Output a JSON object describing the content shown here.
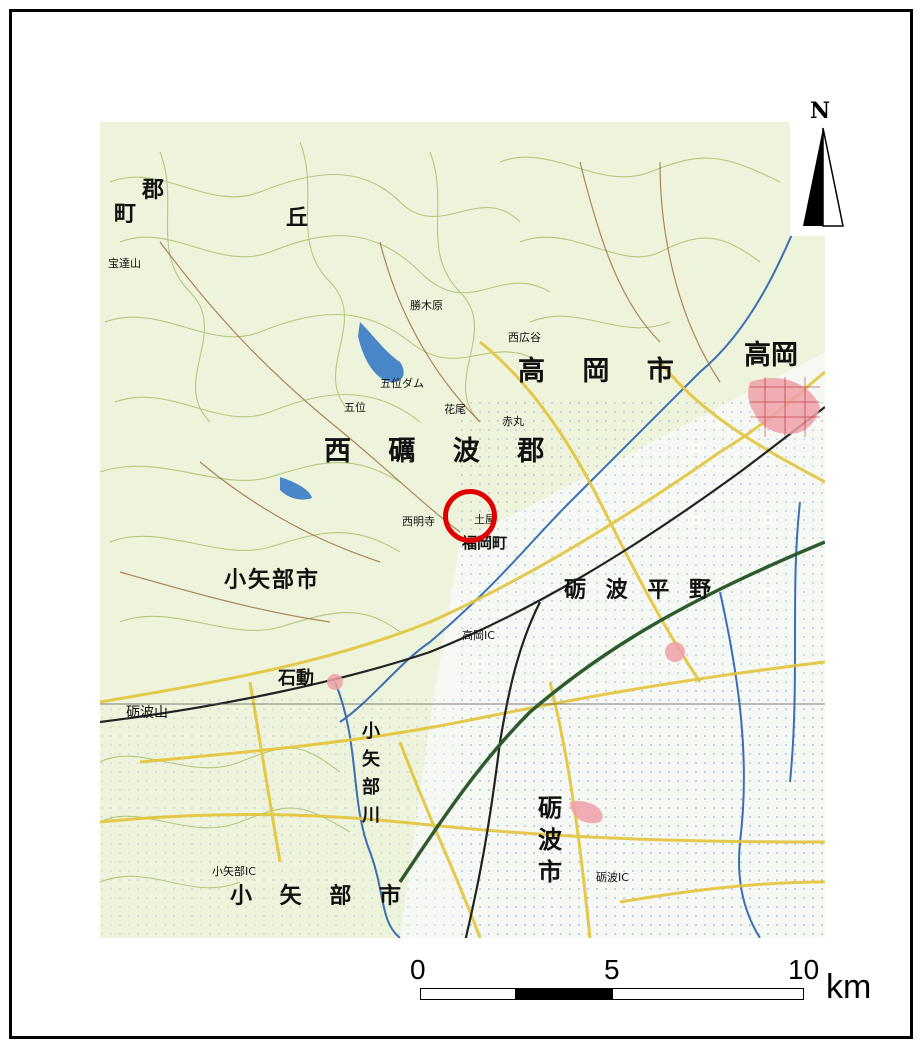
{
  "map": {
    "north_label": "N",
    "scale_ticks": [
      "0",
      "5",
      "10"
    ],
    "scale_unit": "km",
    "marker_color": "#e10000",
    "labels": [
      {
        "id": "gun-top",
        "text": "郡",
        "cls": "mid"
      },
      {
        "id": "machi-top",
        "text": "町",
        "cls": "mid"
      },
      {
        "id": "oka",
        "text": "丘",
        "cls": "mid"
      },
      {
        "id": "takaoka-shi",
        "text": "高 岡 市",
        "cls": "big"
      },
      {
        "id": "takaoka-city",
        "text": "高岡",
        "cls": "big"
      },
      {
        "id": "nishitonami-gun",
        "text": "西 礪 波 郡",
        "cls": "big"
      },
      {
        "id": "oyabe-shi",
        "text": "小矢部市",
        "cls": "mid"
      },
      {
        "id": "tonami-heiya",
        "text": "砺 波 平 野",
        "cls": "mid"
      },
      {
        "id": "tonami-shi",
        "text": "砺 波 市",
        "cls": "mid"
      },
      {
        "id": "oyabe-shi-2",
        "text": "小 矢 部 市",
        "cls": "mid"
      },
      {
        "id": "oyabe-gawa",
        "text": "小 矢 部 川",
        "cls": "mid"
      },
      {
        "id": "ishidou",
        "text": "石動",
        "cls": "mid"
      },
      {
        "id": "tonamiyama",
        "text": "砺波山",
        "cls": "mid"
      },
      {
        "id": "gouidamu",
        "text": "五位ダム",
        "cls": "sm"
      },
      {
        "id": "katsuki",
        "text": "勝木原",
        "cls": "sm"
      },
      {
        "id": "fukuokamachi",
        "text": "福岡町",
        "cls": "mid"
      },
      {
        "id": "nishiakio",
        "text": "西明寺",
        "cls": "sm"
      },
      {
        "id": "kokoro",
        "text": "土屋",
        "cls": "sm"
      },
      {
        "id": "nishihirotani",
        "text": "西広谷",
        "cls": "sm"
      },
      {
        "id": "akamaru",
        "text": "赤丸",
        "cls": "sm"
      },
      {
        "id": "gou",
        "text": "五位",
        "cls": "sm"
      },
      {
        "id": "kawano",
        "text": "花尾",
        "cls": "sm"
      },
      {
        "id": "ogawa",
        "text": "小矢部IC",
        "cls": "sm"
      },
      {
        "id": "takaokaIC",
        "text": "高岡IC",
        "cls": "sm"
      },
      {
        "id": "tonamiIC",
        "text": "砺波IC",
        "cls": "sm"
      },
      {
        "id": "tomioka",
        "text": "宝達山",
        "cls": "sm"
      }
    ]
  }
}
